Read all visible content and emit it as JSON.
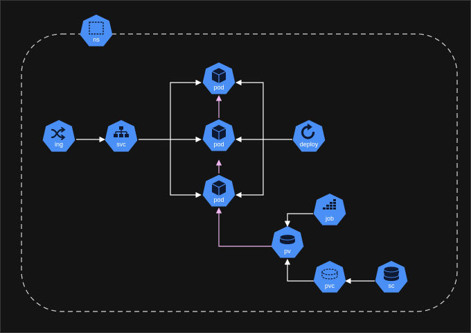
{
  "diagram": {
    "colors": {
      "background": "#141414",
      "node_fill": "#4a8ff5",
      "node_icon": "#ffffff",
      "node_icon_dark": "#0e1a33",
      "edge_default": "#ffffff",
      "edge_highlight": "#f0b6f0",
      "namespace_border": "#d8d8d8"
    },
    "nodes": {
      "ns": {
        "label": "ns",
        "icon": "namespace-icon"
      },
      "ing": {
        "label": "ing",
        "icon": "shuffle-icon"
      },
      "svc": {
        "label": "svc",
        "icon": "sitemap-icon"
      },
      "pod1": {
        "label": "pod",
        "icon": "cube-icon"
      },
      "pod2": {
        "label": "pod",
        "icon": "cube-icon"
      },
      "pod3": {
        "label": "pod",
        "icon": "cube-icon"
      },
      "deploy": {
        "label": "deploy",
        "icon": "refresh-icon"
      },
      "job": {
        "label": "job",
        "icon": "grid-bars-icon"
      },
      "pv": {
        "label": "pv",
        "icon": "disk-icon"
      },
      "pvc": {
        "label": "pvc",
        "icon": "disk-outline-icon"
      },
      "sc": {
        "label": "sc",
        "icon": "disk-stack-icon"
      }
    },
    "edges": [
      {
        "from": "ing",
        "to": "svc",
        "style": "default"
      },
      {
        "from": "svc",
        "to": "pod1",
        "style": "default"
      },
      {
        "from": "svc",
        "to": "pod2",
        "style": "default"
      },
      {
        "from": "svc",
        "to": "pod3",
        "style": "default"
      },
      {
        "from": "deploy",
        "to": "pod1",
        "style": "default"
      },
      {
        "from": "deploy",
        "to": "pod2",
        "style": "default"
      },
      {
        "from": "deploy",
        "to": "pod3",
        "style": "default"
      },
      {
        "from": "pod3",
        "to": "pod2",
        "style": "highlight"
      },
      {
        "from": "pod2",
        "to": "pod1",
        "style": "highlight"
      },
      {
        "from": "pv",
        "to": "pod3",
        "style": "highlight"
      },
      {
        "from": "job",
        "to": "pv",
        "style": "default"
      },
      {
        "from": "pvc",
        "to": "pv",
        "style": "default"
      },
      {
        "from": "sc",
        "to": "pvc",
        "style": "default"
      }
    ]
  }
}
